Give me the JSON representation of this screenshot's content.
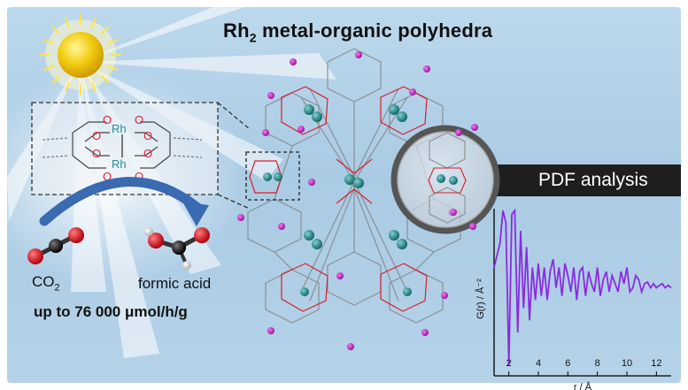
{
  "title": {
    "main": "Rh",
    "sub": "2",
    "rest": " metal-organic polyhedra"
  },
  "pdf_label": "PDF analysis",
  "inset": {
    "rh_label": "Rh",
    "o_label": "O"
  },
  "reaction": {
    "reactant_main": "CO",
    "reactant_sub": "2",
    "product": "formic acid",
    "rate": "up to 76 000 μmol/h/g"
  },
  "colors": {
    "rh": "#1f8f8f",
    "oxygen": "#e0203a",
    "carbon": "#111111",
    "ligand": "#d81e2a",
    "cage": "#8a8f94",
    "guest": "#cc33cc",
    "curve": "#8a2be2",
    "arrow": "#3a6ab0"
  },
  "chart_data": {
    "type": "line",
    "xlabel": "r / Å",
    "ylabel": "G(r) / Å⁻²",
    "xlim": [
      1,
      13
    ],
    "ticks": [
      "2",
      "4",
      "6",
      "8",
      "10",
      "12"
    ],
    "x": [
      1.0,
      1.4,
      1.6,
      1.8,
      2.0,
      2.2,
      2.4,
      2.6,
      2.8,
      3.0,
      3.2,
      3.4,
      3.6,
      3.8,
      4.0,
      4.2,
      4.4,
      4.6,
      4.8,
      5.0,
      5.2,
      5.4,
      5.6,
      5.8,
      6.0,
      6.2,
      6.4,
      6.6,
      6.8,
      7.0,
      7.2,
      7.4,
      7.6,
      7.8,
      8.0,
      8.2,
      8.4,
      8.6,
      8.8,
      9.0,
      9.2,
      9.4,
      9.6,
      9.8,
      10.0,
      10.2,
      10.4,
      10.6,
      10.8,
      11.0,
      11.2,
      11.4,
      11.6,
      11.8,
      12.0,
      12.2,
      12.4,
      12.6,
      12.8,
      13.0
    ],
    "y": [
      0.3,
      0.6,
      1.0,
      0.85,
      -0.9,
      0.95,
      1.0,
      -0.5,
      0.75,
      -0.2,
      0.55,
      -0.35,
      0.3,
      -0.1,
      0.35,
      -0.05,
      0.3,
      -0.1,
      0.25,
      0.4,
      0.05,
      0.3,
      -0.05,
      0.35,
      0.2,
      0.0,
      0.3,
      -0.1,
      0.25,
      0.3,
      -0.05,
      0.25,
      0.1,
      0.0,
      0.3,
      -0.05,
      0.15,
      0.25,
      0.0,
      0.2,
      0.1,
      0.0,
      0.25,
      0.1,
      0.3,
      0.0,
      0.05,
      0.2,
      0.15,
      0.0,
      0.1,
      0.12,
      0.05,
      0.1,
      0.05,
      0.08,
      0.1,
      0.05,
      0.08,
      0.05
    ]
  }
}
